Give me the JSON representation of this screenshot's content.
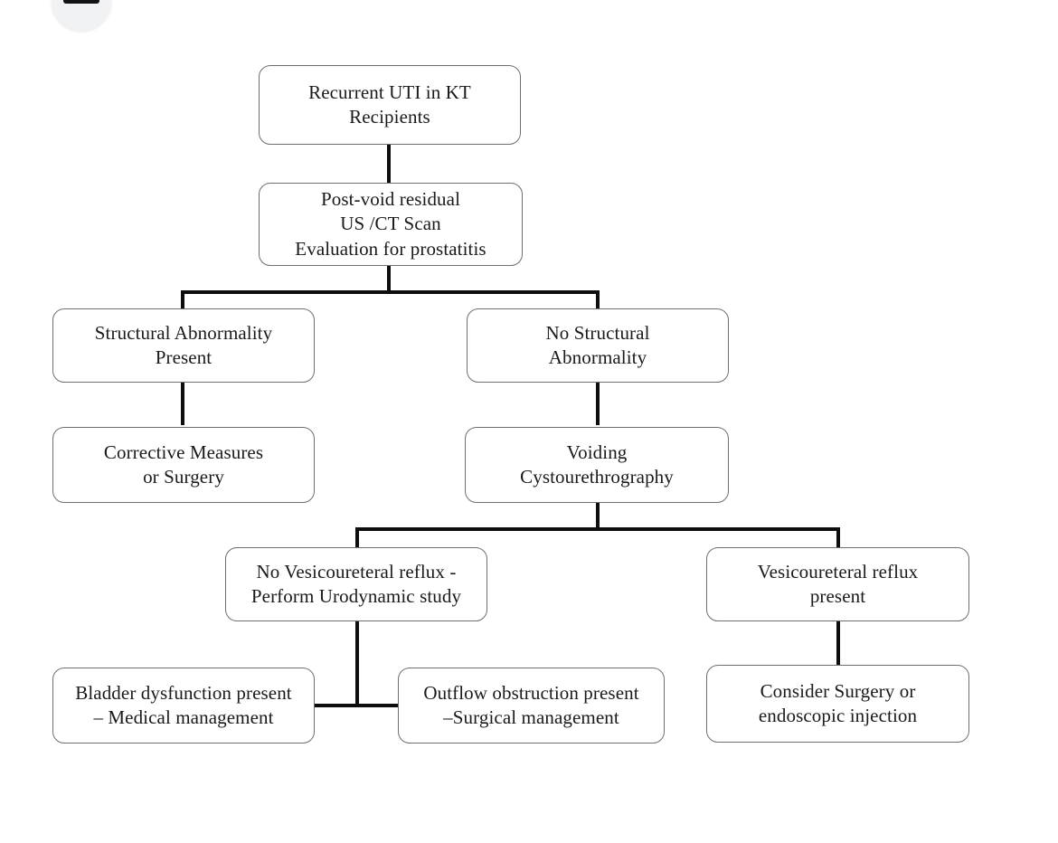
{
  "diagram": {
    "type": "flowchart",
    "title": "Recurrent UTI in KT Recipients evaluation algorithm",
    "nodes": [
      {
        "id": "n1",
        "label": "Recurrent UTI in KT\nRecipients"
      },
      {
        "id": "n2",
        "label": "Post-void residual\nUS /CT Scan\nEvaluation for prostatitis"
      },
      {
        "id": "n3",
        "label": "Structural Abnormality\nPresent"
      },
      {
        "id": "n4",
        "label": "No Structural\nAbnormality"
      },
      {
        "id": "n5",
        "label": "Corrective Measures\nor Surgery"
      },
      {
        "id": "n6",
        "label": "Voiding\nCystourethrography"
      },
      {
        "id": "n7",
        "label": "No Vesicoureteral reflux -\nPerform Urodynamic study"
      },
      {
        "id": "n8",
        "label": "Vesicoureteral reflux\npresent"
      },
      {
        "id": "n9",
        "label": "Bladder dysfunction present\n– Medical management"
      },
      {
        "id": "n10",
        "label": "Outflow obstruction present\n–Surgical management"
      },
      {
        "id": "n11",
        "label": "Consider Surgery or\nendoscopic injection"
      }
    ],
    "edges": [
      {
        "from": "n1",
        "to": "n2"
      },
      {
        "from": "n2",
        "to": "n3"
      },
      {
        "from": "n2",
        "to": "n4"
      },
      {
        "from": "n3",
        "to": "n5"
      },
      {
        "from": "n4",
        "to": "n6"
      },
      {
        "from": "n6",
        "to": "n7"
      },
      {
        "from": "n6",
        "to": "n8"
      },
      {
        "from": "n7",
        "to": "n9"
      },
      {
        "from": "n7",
        "to": "n10"
      },
      {
        "from": "n8",
        "to": "n11"
      }
    ],
    "colors": {
      "node_border": "#6f6f6f",
      "node_fill": "#ffffff",
      "connector": "#0d0d0d",
      "text": "#1a1a1a",
      "background": "#ffffff"
    }
  },
  "top_control": {
    "icon": "minus-icon"
  }
}
